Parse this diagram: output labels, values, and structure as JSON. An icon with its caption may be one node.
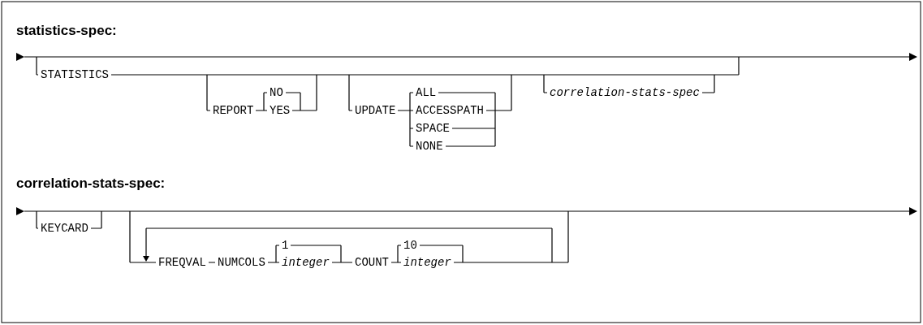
{
  "diagram": {
    "labels": [
      "statistics-spec:",
      "STATISTICS",
      "NO",
      "ALL",
      "correlation-stats-spec",
      "REPORT",
      "YES",
      "UPDATE",
      "ACCESSPATH",
      "SPACE",
      "NONE",
      "correlation-stats-spec:",
      "KEYCARD",
      "1",
      "10",
      "FREQVAL",
      "NUMCOLS",
      "integer",
      "COUNT",
      "integer"
    ]
  }
}
